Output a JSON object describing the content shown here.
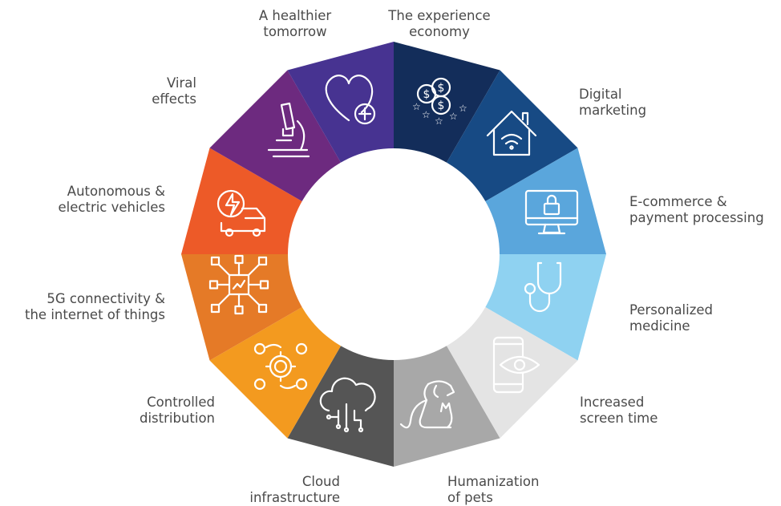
{
  "segments": [
    {
      "lines": [
        "The experience",
        "economy"
      ],
      "icon": "money-stars-icon",
      "color": "#132d5a"
    },
    {
      "lines": [
        "Digital",
        "marketing"
      ],
      "icon": "smart-home-wifi-icon",
      "color": "#174a84"
    },
    {
      "lines": [
        "E-commerce &",
        "payment processing"
      ],
      "icon": "secure-monitor-icon",
      "color": "#5aa6dc"
    },
    {
      "lines": [
        "Personalized",
        "medicine"
      ],
      "icon": "stethoscope-icon",
      "color": "#8fd2f1"
    },
    {
      "lines": [
        "Increased",
        "screen time"
      ],
      "icon": "phone-eye-icon",
      "color": "#e4e4e4"
    },
    {
      "lines": [
        "Humanization",
        "of pets"
      ],
      "icon": "dog-cat-icon",
      "color": "#a8a8a8"
    },
    {
      "lines": [
        "Cloud",
        "infrastructure"
      ],
      "icon": "cloud-circuit-icon",
      "color": "#555555"
    },
    {
      "lines": [
        "Controlled",
        "distribution"
      ],
      "icon": "gear-network-icon",
      "color": "#f39a1f"
    },
    {
      "lines": [
        "5G connectivity &",
        "the internet of things"
      ],
      "icon": "iot-chip-icon",
      "color": "#e57a27"
    },
    {
      "lines": [
        "Autonomous &",
        "electric vehicles"
      ],
      "icon": "electric-car-icon",
      "color": "#ed5a28"
    },
    {
      "lines": [
        "Viral",
        "effects"
      ],
      "icon": "microscope-icon",
      "color": "#6d2a7f"
    },
    {
      "lines": [
        "A healthier",
        "tomorrow"
      ],
      "icon": "heart-plus-icon",
      "color": "#473391"
    }
  ]
}
